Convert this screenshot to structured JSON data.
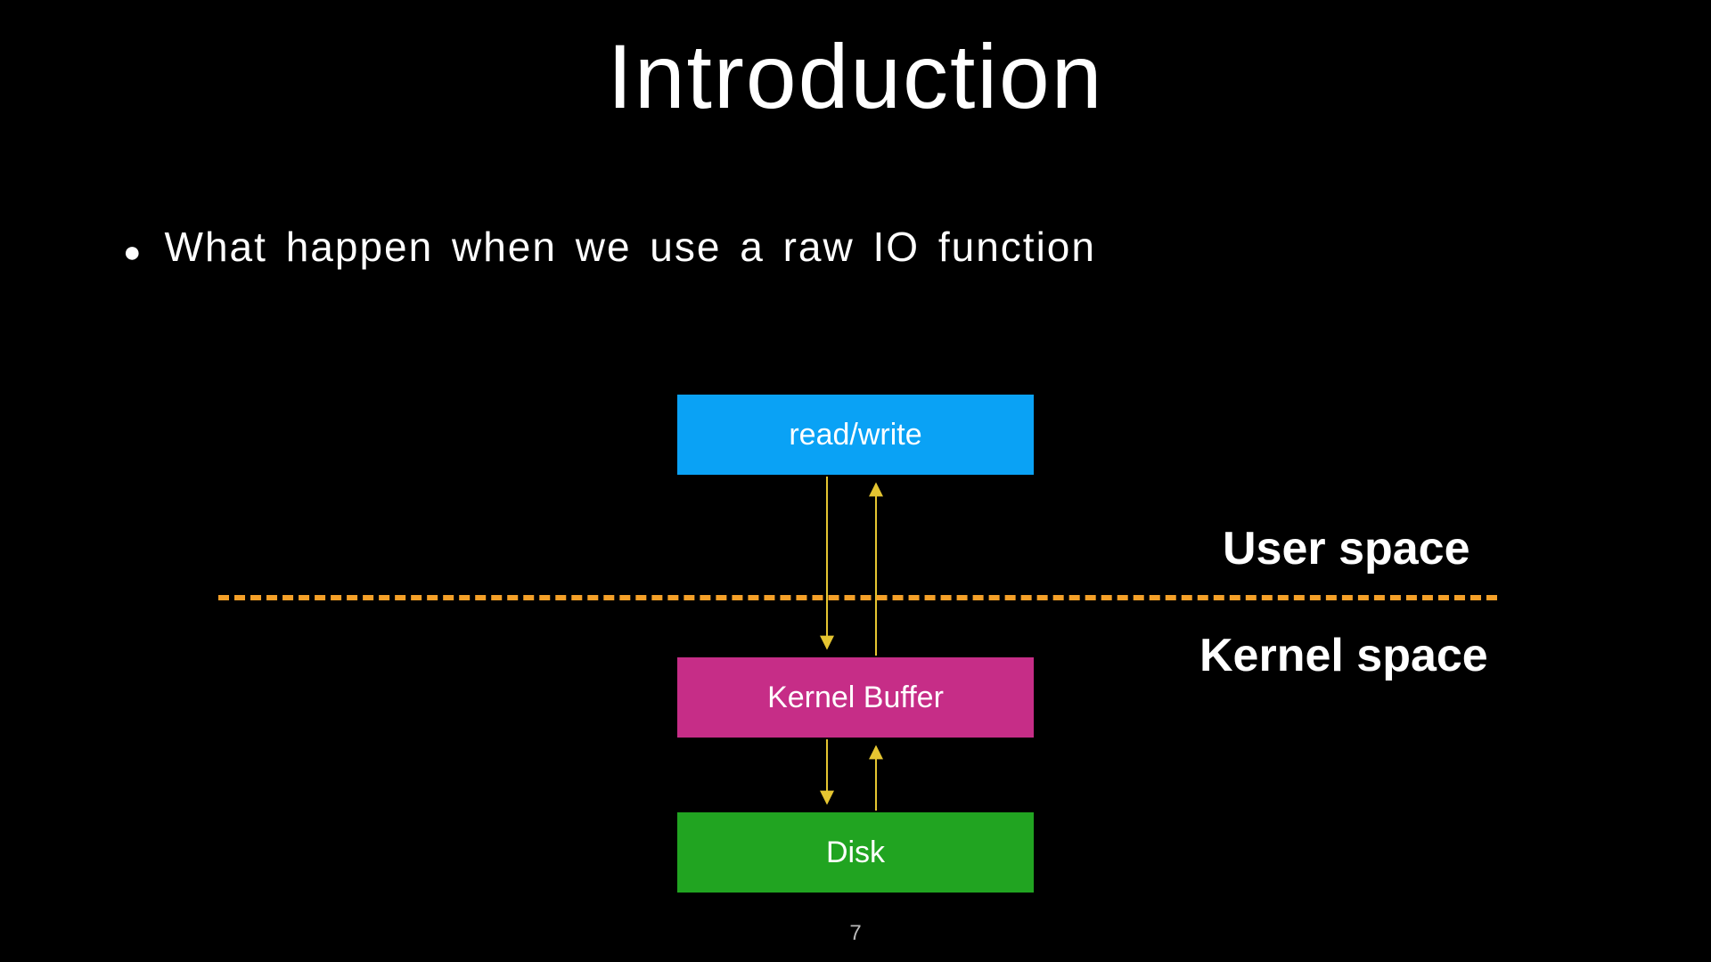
{
  "slide": {
    "title": "Introduction",
    "bullet_marker": "●",
    "bullet": "What happen when we use a raw IO function",
    "page_number": "7"
  },
  "diagram": {
    "boxes": [
      {
        "id": "read-write",
        "label": "read/write",
        "color": "#0aa2f5"
      },
      {
        "id": "kernel-buffer",
        "label": "Kernel Buffer",
        "color": "#c62d87"
      },
      {
        "id": "disk",
        "label": "Disk",
        "color": "#21a421"
      }
    ],
    "labels": {
      "user_space": "User space",
      "kernel_space": "Kernel space"
    },
    "divider_color": "#F5A028",
    "arrow_color": "#E5C531"
  }
}
